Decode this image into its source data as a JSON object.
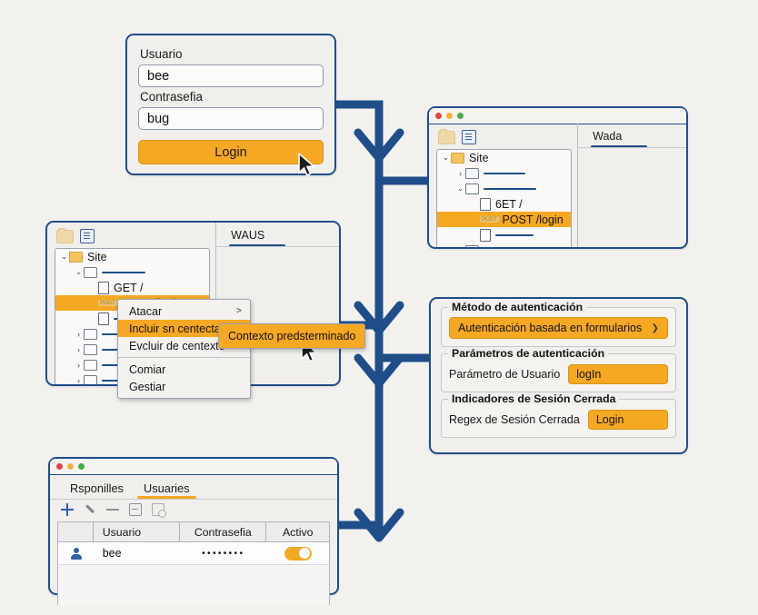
{
  "theme": {
    "accent": "#f5a822",
    "connector": "#1f4e89",
    "panel_border": "#1f4e89",
    "canvas_bg": "#f2f1ee",
    "panel_bg": "#f0efec"
  },
  "login_panel": {
    "name": "login-form",
    "user_label": "Usuario",
    "user_value": "bee",
    "password_label": "Contrasefia",
    "password_value": "bug",
    "submit_label": "Login"
  },
  "tree_window": {
    "name": "site-tree-window",
    "toolbar_icons": [
      "folder-icon",
      "document-list-icon"
    ],
    "right_tab": "Wada",
    "rows": [
      {
        "indent": 0,
        "chevron": "v",
        "icon": "folder-open",
        "label": "Site",
        "dash": 0,
        "selected": false
      },
      {
        "indent": 1,
        "chevron": ">",
        "icon": "folder-plain",
        "label": "",
        "dash": 46,
        "selected": false
      },
      {
        "indent": 1,
        "chevron": "v",
        "icon": "folder-open-plain",
        "label": "",
        "dash": 58,
        "selected": false
      },
      {
        "indent": 2,
        "chevron": "",
        "icon": "page",
        "label": "6ET /",
        "dash": 0,
        "selected": false
      },
      {
        "indent": 2,
        "chevron": "",
        "icon": "badge",
        "badge": "POST",
        "label": "POST /login",
        "dash": 0,
        "selected": true
      },
      {
        "indent": 2,
        "chevron": "",
        "icon": "page",
        "label": "",
        "dash": 42,
        "selected": false
      },
      {
        "indent": 1,
        "chevron": ">",
        "icon": "folder-plain",
        "label": "",
        "dash": 44,
        "selected": false
      }
    ]
  },
  "tree_window_2": {
    "name": "site-tree-context-window",
    "right_tab": "WAUS",
    "rows": [
      {
        "indent": 0,
        "chevron": "v",
        "icon": "folder-open",
        "label": "Site",
        "dash": 0,
        "selected": false
      },
      {
        "indent": 1,
        "chevron": "v",
        "icon": "folder-open-plain",
        "label": "",
        "dash": 48,
        "selected": false
      },
      {
        "indent": 2,
        "chevron": "",
        "icon": "page",
        "label": "GET /",
        "dash": 0,
        "selected": false
      },
      {
        "indent": 2,
        "chevron": "",
        "icon": "badge",
        "badge": "POST",
        "label": "POST /login",
        "dash": 0,
        "selected": true
      },
      {
        "indent": 2,
        "chevron": "",
        "icon": "page",
        "label": "",
        "dash": 40,
        "selected": false
      },
      {
        "indent": 1,
        "chevron": ">",
        "icon": "folder-plain",
        "label": "",
        "dash": 44,
        "selected": false
      },
      {
        "indent": 1,
        "chevron": ">",
        "icon": "folder-plain",
        "label": "",
        "dash": 44,
        "selected": false
      },
      {
        "indent": 1,
        "chevron": ">",
        "icon": "folder-plain",
        "label": "",
        "dash": 44,
        "selected": false
      },
      {
        "indent": 1,
        "chevron": ">",
        "icon": "folder-plain",
        "label": "",
        "dash": 44,
        "selected": false
      }
    ],
    "context_menu": {
      "items": [
        {
          "label": "Atacar",
          "arrow": ">",
          "highlight": false
        },
        {
          "label": "Incluir sn centecta",
          "arrow": ">",
          "highlight": true
        },
        {
          "label": "Evcluir de centexto",
          "arrow": ">",
          "highlight": false
        },
        {
          "separator": true
        },
        {
          "label": "Comiar",
          "arrow": "",
          "highlight": false
        },
        {
          "label": "Gestiar",
          "arrow": "",
          "highlight": false
        }
      ],
      "submenu_label": "Contexto predsterminado"
    }
  },
  "auth_panel": {
    "name": "authentication-settings",
    "method_legend": "Método de autenticación",
    "method_value": "Autenticación basada en formularios",
    "params_legend": "Parámetros de autenticación",
    "user_param_label": "Parámetro de Usuario",
    "user_param_value": "logIn",
    "logout_legend": "Indicadores de Sesión Cerrada",
    "logout_regex_label": "Regex de Sesión Cerrada",
    "logout_regex_value": "Login"
  },
  "users_panel": {
    "name": "users-window",
    "tabs": [
      {
        "label": "Rsponilles",
        "active": false
      },
      {
        "label": "Usuaries",
        "active": true
      }
    ],
    "toolbar_icons": [
      "plus-icon",
      "pencil-icon",
      "minus-icon",
      "minus-box-icon",
      "document-gear-icon"
    ],
    "columns": [
      "",
      "Usuario",
      "Contrasefia",
      "Activo"
    ],
    "rows": [
      {
        "avatar": "user-avatar",
        "user": "bee",
        "password": "••••••••",
        "active": true
      }
    ]
  }
}
